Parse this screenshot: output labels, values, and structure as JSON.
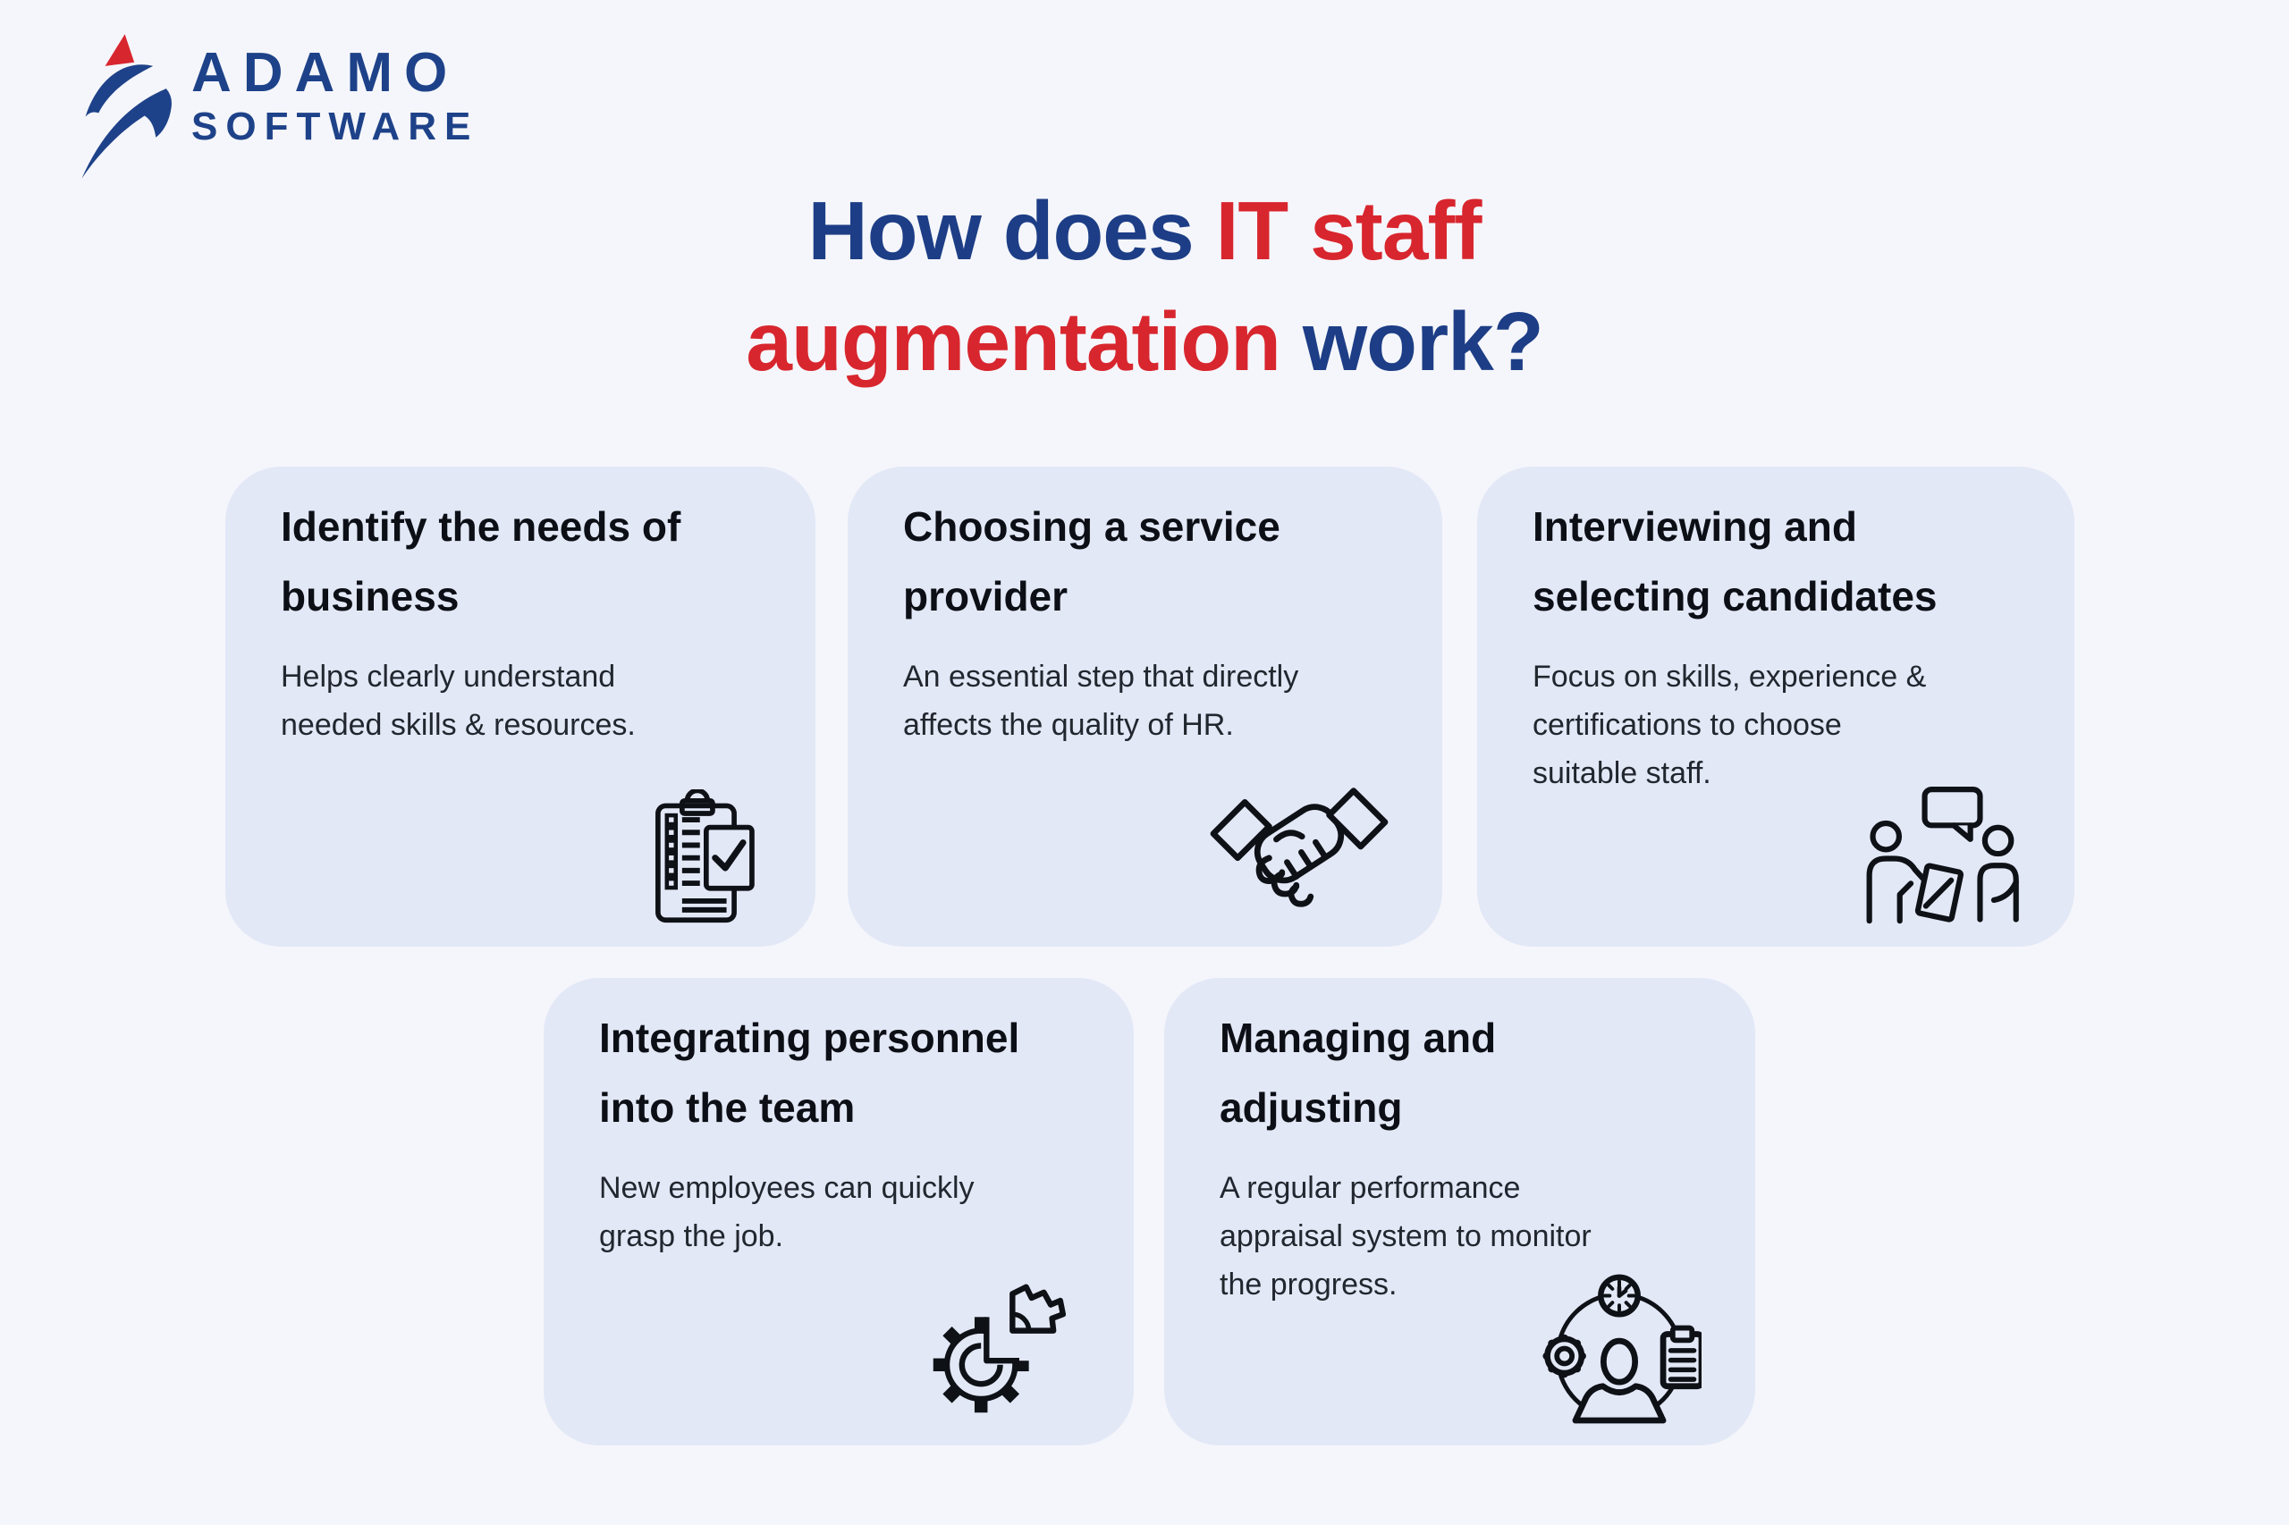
{
  "colors": {
    "page_bg": "#f5f6fb",
    "card_bg": "#e3e8f7",
    "navy": "#1d3e86",
    "red": "#d8262e",
    "card_title_text": "#0c0f15",
    "card_body_text": "#22262e",
    "icon_stroke": "#0e1116"
  },
  "logo": {
    "name": "ADAMO",
    "subtitle": "SOFTWARE",
    "mark": "adamo-swoosh-with-red-triangle"
  },
  "title": {
    "line1": [
      {
        "text": "How does ",
        "color": "navy"
      },
      {
        "text": "IT staff",
        "color": "red"
      }
    ],
    "line2": [
      {
        "text": "augmentation ",
        "color": "red"
      },
      {
        "text": "work?",
        "color": "navy"
      }
    ]
  },
  "cards": [
    {
      "icon": "clipboard-checklist-icon",
      "title_lines": [
        "Identify the needs of",
        "business"
      ],
      "body_lines": [
        "Helps clearly understand",
        "needed skills & resources."
      ]
    },
    {
      "icon": "handshake-icon",
      "title_lines": [
        "Choosing a service",
        "provider"
      ],
      "body_lines": [
        "An essential step that directly",
        "affects the quality of HR."
      ]
    },
    {
      "icon": "interview-candidates-icon",
      "title_lines": [
        "Interviewing and",
        "selecting candidates"
      ],
      "body_lines": [
        "Focus on skills, experience &",
        "certifications to choose",
        "suitable staff."
      ]
    },
    {
      "icon": "gear-integration-icon",
      "title_lines": [
        "Integrating personnel",
        "into the team"
      ],
      "body_lines": [
        "New employees can quickly",
        "grasp the job."
      ]
    },
    {
      "icon": "performance-monitoring-icon",
      "title_lines": [
        "Managing and",
        "adjusting"
      ],
      "body_lines": [
        "A regular performance",
        "appraisal system to monitor",
        "the progress."
      ]
    }
  ]
}
